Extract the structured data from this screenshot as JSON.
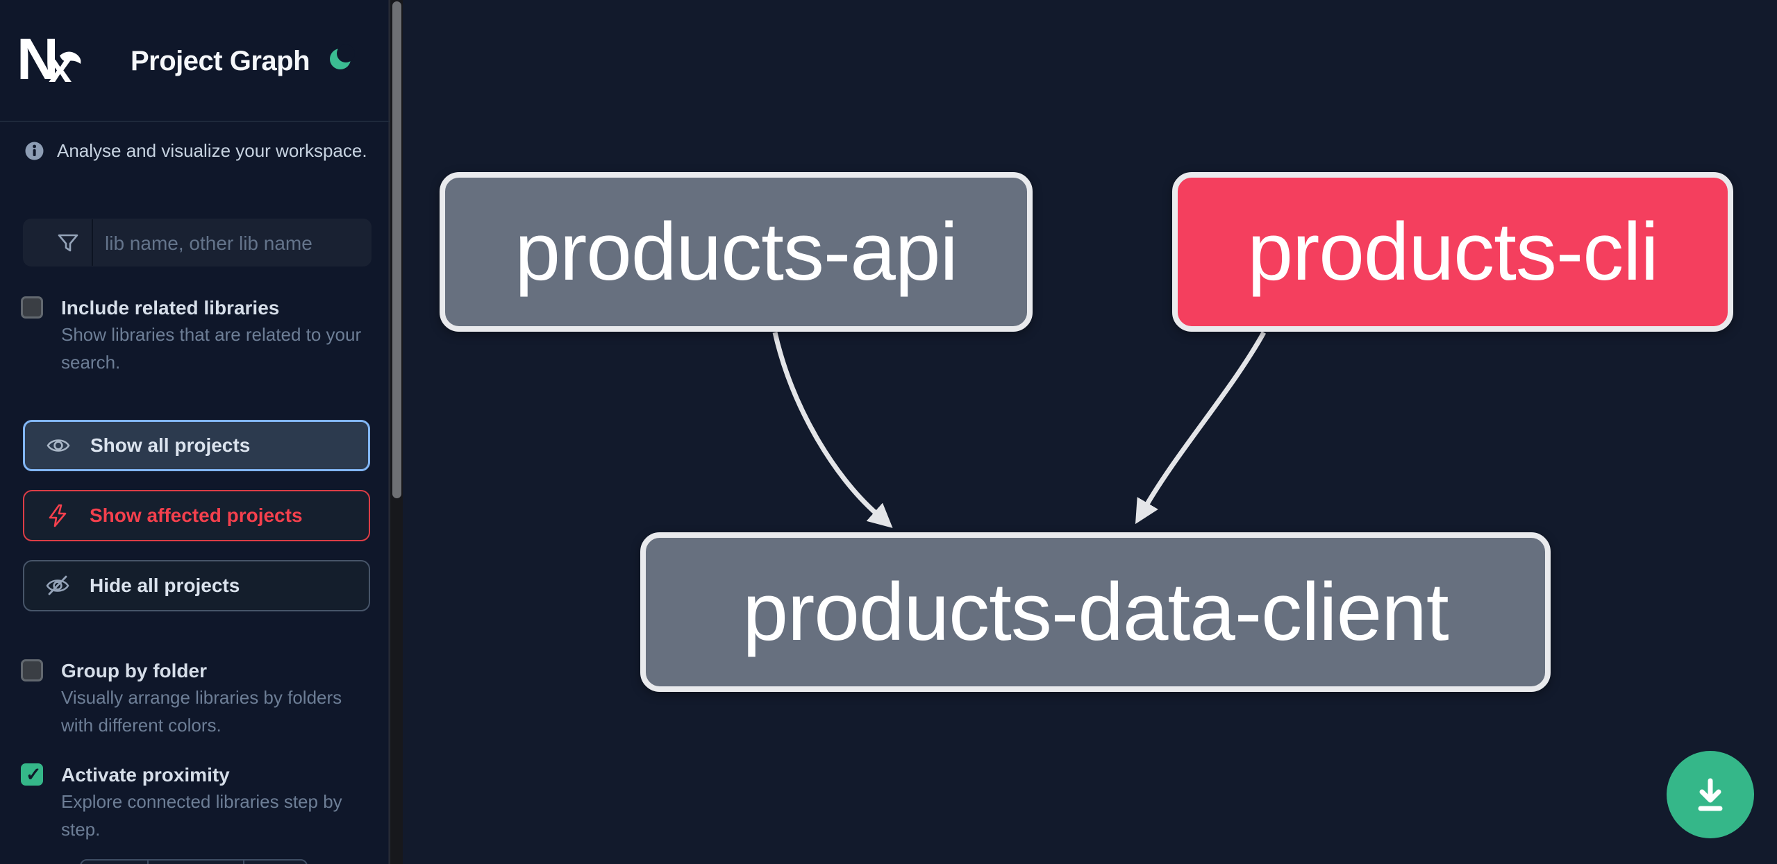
{
  "header": {
    "logo": "Nx",
    "title": "Project Graph",
    "theme_icon": "moon-icon"
  },
  "sidebar": {
    "tagline": "Analyse and visualize your workspace.",
    "search": {
      "icon": "funnel-filter-icon",
      "placeholder": "lib name, other lib name",
      "value": ""
    },
    "checkboxes": [
      {
        "id": "include-related",
        "label": "Include related libraries",
        "description": "Show libraries that are related to your search.",
        "checked": false
      },
      {
        "id": "group-by-folder",
        "label": "Group by folder",
        "description": "Visually arrange libraries by folders with different colors.",
        "checked": false
      },
      {
        "id": "activate-proximity",
        "label": "Activate proximity",
        "description": "Explore connected libraries step by step.",
        "checked": true
      }
    ],
    "buttons": [
      {
        "id": "show-all",
        "label": "Show all projects",
        "icon": "eye-icon",
        "state": "selected"
      },
      {
        "id": "show-affected",
        "label": "Show affected projects",
        "icon": "bolt-icon",
        "state": "affected"
      },
      {
        "id": "hide-all",
        "label": "Hide all projects",
        "icon": "eye-off-icon",
        "state": "default"
      }
    ]
  },
  "graph": {
    "nodes": [
      {
        "id": "products-api",
        "label": "products-api",
        "type": "normal"
      },
      {
        "id": "products-cli",
        "label": "products-cli",
        "type": "affected"
      },
      {
        "id": "products-data-client",
        "label": "products-data-client",
        "type": "normal"
      }
    ],
    "edges": [
      {
        "from": "products-api",
        "to": "products-data-client"
      },
      {
        "from": "products-cli",
        "to": "products-data-client"
      }
    ]
  },
  "fab": {
    "icon": "download-icon"
  },
  "colors": {
    "sidebar_bg": "#0f172a",
    "canvas_bg": "#121a2c",
    "selected_border": "#82b6f5",
    "affected_red": "#f4404d",
    "node_gray": "#67707f",
    "node_affected_pink": "#f43f5e",
    "node_border": "#e9eaed",
    "edge_gray": "#e4e5e8",
    "brand_green": "#35b789"
  }
}
